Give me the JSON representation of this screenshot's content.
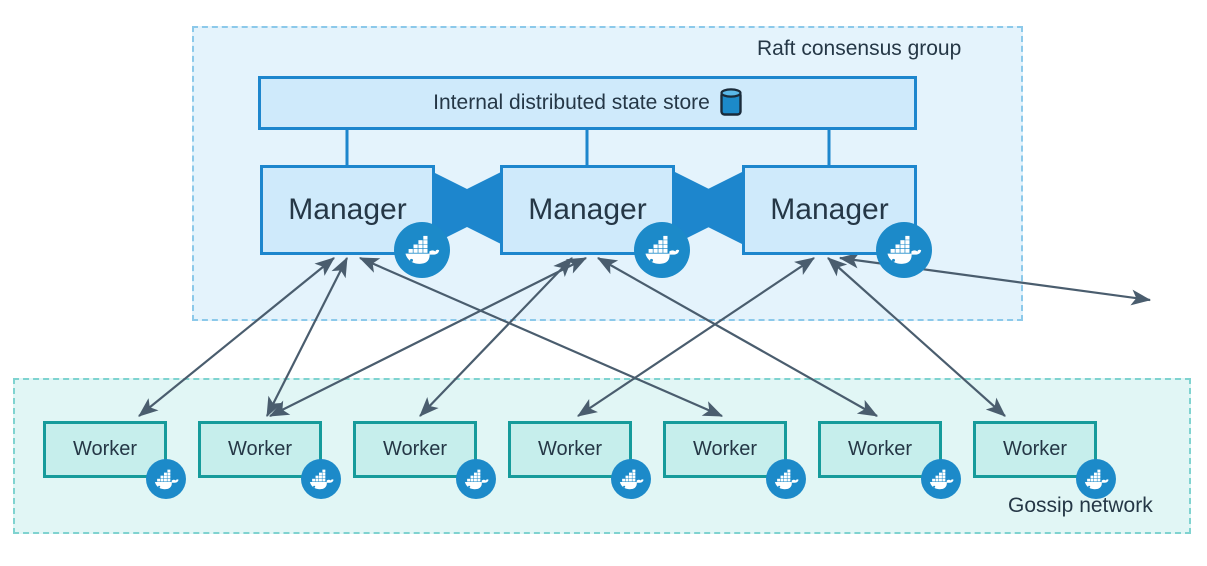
{
  "diagram": {
    "title_groups": {
      "raft": "Raft consensus group",
      "gossip": "Gossip network"
    },
    "state_store": {
      "label": "Internal distributed state store",
      "icon": "database-icon"
    },
    "managers": [
      {
        "label": "Manager",
        "icon": "docker-whale-icon"
      },
      {
        "label": "Manager",
        "icon": "docker-whale-icon"
      },
      {
        "label": "Manager",
        "icon": "docker-whale-icon"
      }
    ],
    "workers": [
      {
        "label": "Worker",
        "icon": "docker-whale-icon"
      },
      {
        "label": "Worker",
        "icon": "docker-whale-icon"
      },
      {
        "label": "Worker",
        "icon": "docker-whale-icon"
      },
      {
        "label": "Worker",
        "icon": "docker-whale-icon"
      },
      {
        "label": "Worker",
        "icon": "docker-whale-icon"
      },
      {
        "label": "Worker",
        "icon": "docker-whale-icon"
      },
      {
        "label": "Worker",
        "icon": "docker-whale-icon"
      }
    ],
    "colors": {
      "raft_group_fill": "#e4f3fc",
      "raft_group_border": "#8cc9ea",
      "gossip_group_fill": "#e1f6f5",
      "gossip_group_border": "#7fd3d0",
      "manager_fill": "#cfeafb",
      "manager_border": "#1d86cd",
      "worker_fill": "#c6eeec",
      "worker_border": "#169b9b",
      "docker_blue": "#1c8ac9",
      "text": "#253746",
      "connector_line": "#1d86cd",
      "gossip_arrow": "#4a5d6e"
    }
  }
}
